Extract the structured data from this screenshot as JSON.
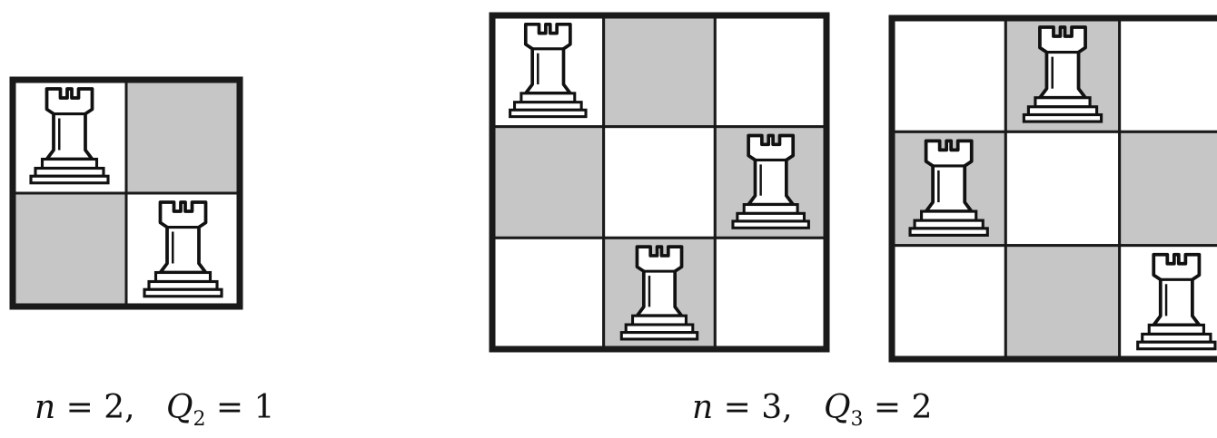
{
  "figure": {
    "colors": {
      "dark_square": "#c6c6c6",
      "light_square": "#ffffff",
      "line": "#1a1a1a"
    },
    "piece_icon": "rook-icon",
    "boards": [
      {
        "n": 2,
        "rooks": [
          [
            0,
            0
          ],
          [
            1,
            1
          ]
        ]
      },
      {
        "n": 3,
        "rooks": [
          [
            0,
            0
          ],
          [
            1,
            2
          ],
          [
            2,
            1
          ]
        ]
      },
      {
        "n": 3,
        "rooks": [
          [
            0,
            1
          ],
          [
            1,
            0
          ],
          [
            2,
            2
          ]
        ]
      }
    ],
    "captions": [
      {
        "n_label": "n",
        "n_value": "2",
        "q_label": "Q",
        "q_sub": "2",
        "q_value": "1"
      },
      {
        "n_label": "n",
        "n_value": "3",
        "q_label": "Q",
        "q_sub": "3",
        "q_value": "2"
      }
    ]
  }
}
